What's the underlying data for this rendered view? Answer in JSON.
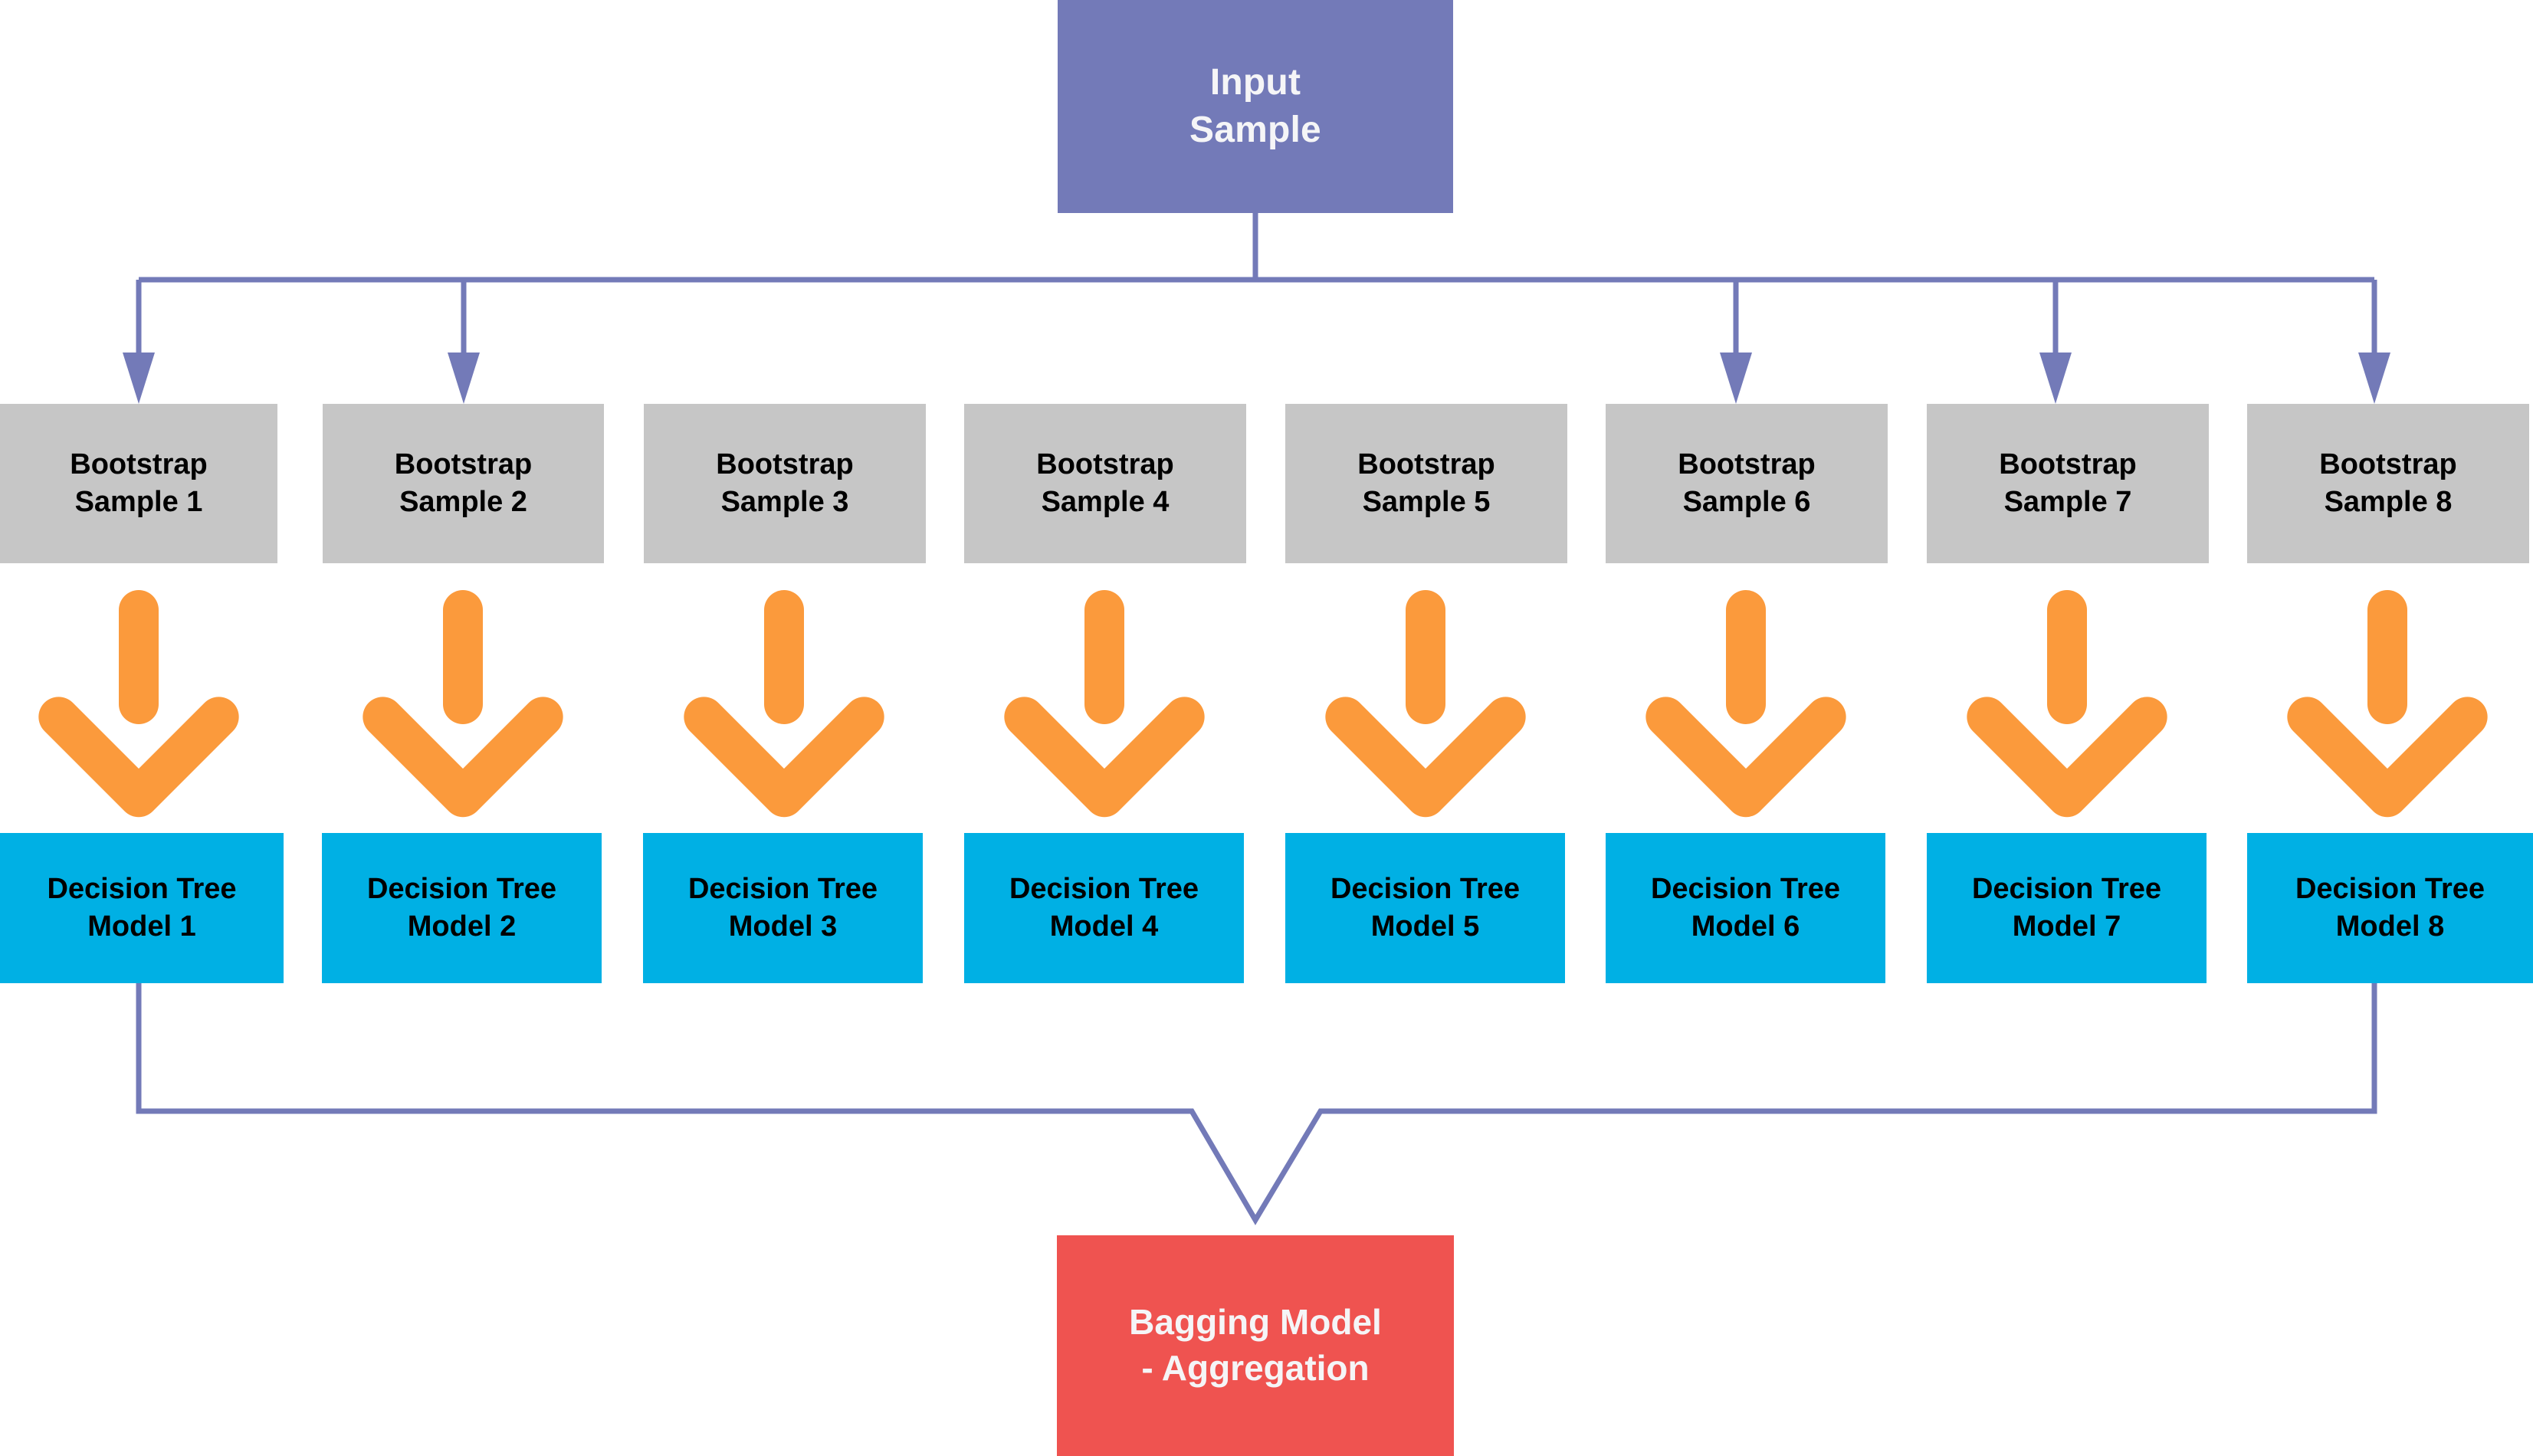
{
  "diagram": {
    "title_node": {
      "label": "Input\nSample",
      "line1": "Input",
      "line2": "Sample",
      "color": "#737ab8",
      "text_color": "#f5f5f7"
    },
    "bagging_node": {
      "line1": "Bagging Model",
      "line2": "- Aggregation",
      "color": "#ef5350",
      "text_color": "#f5f5f7"
    },
    "bootstrap_color": "#c6c6c6",
    "tree_color": "#00b0e4",
    "arrow_color": "#fb9a3c",
    "connector_color": "#737ab8",
    "bootstrap_samples": [
      {
        "line1": "Bootstrap",
        "line2": "Sample 1"
      },
      {
        "line1": "Bootstrap",
        "line2": "Sample 2"
      },
      {
        "line1": "Bootstrap",
        "line2": "Sample 3"
      },
      {
        "line1": "Bootstrap",
        "line2": "Sample 4"
      },
      {
        "line1": "Bootstrap",
        "line2": "Sample 5"
      },
      {
        "line1": "Bootstrap",
        "line2": "Sample 6"
      },
      {
        "line1": "Bootstrap",
        "line2": "Sample 7"
      },
      {
        "line1": "Bootstrap",
        "line2": "Sample 8"
      }
    ],
    "decision_trees": [
      {
        "line1": "Decision Tree",
        "line2": "Model 1"
      },
      {
        "line1": "Decision Tree",
        "line2": "Model 2"
      },
      {
        "line1": "Decision Tree",
        "line2": "Model 3"
      },
      {
        "line1": "Decision Tree",
        "line2": "Model 4"
      },
      {
        "line1": "Decision Tree",
        "line2": "Model 5"
      },
      {
        "line1": "Decision Tree",
        "line2": "Model 6"
      },
      {
        "line1": "Decision Tree",
        "line2": "Model 7"
      },
      {
        "line1": "Decision Tree",
        "line2": "Model 8"
      }
    ],
    "arrow_icons": [
      "down-arrow-icon-1",
      "down-arrow-icon-2",
      "down-arrow-icon-3",
      "down-arrow-icon-4",
      "down-arrow-icon-5",
      "down-arrow-icon-6",
      "down-arrow-icon-7",
      "down-arrow-icon-8"
    ]
  }
}
